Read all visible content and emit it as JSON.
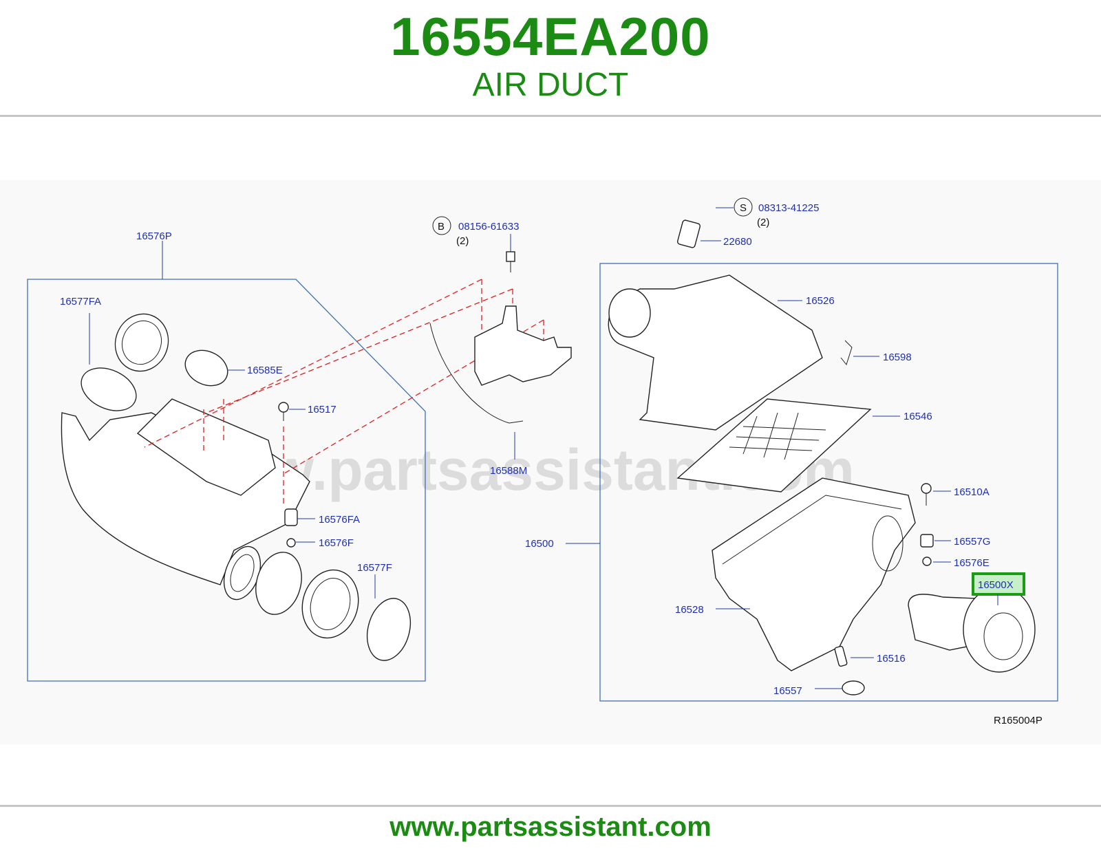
{
  "header": {
    "part_number": "16554EA200",
    "part_name": "AIR DUCT"
  },
  "footer": {
    "url": "www.partsassistant.com"
  },
  "diagram": {
    "watermark": "www.partsassistant.com",
    "reference": "R165004P",
    "highlight_color": "#1c9b14",
    "labels": {
      "p16576P": "16576P",
      "p16577FA": "16577FA",
      "p16585E": "16585E",
      "p16517": "16517",
      "p16576FA": "16576FA",
      "p16576F": "16576F",
      "p16577F": "16577F",
      "b_symbol": "B",
      "b_part": "08156-61633",
      "b_qty": "(2)",
      "p16588M": "16588M",
      "s_symbol": "S",
      "s_part": "08313-41225",
      "s_qty": "(2)",
      "p22680": "22680",
      "p16526": "16526",
      "p16598": "16598",
      "p16546": "16546",
      "p16510A": "16510A",
      "p16500": "16500",
      "p16557G": "16557G",
      "p16576E": "16576E",
      "p16500X": "16500X",
      "p16528": "16528",
      "p16516": "16516",
      "p16557": "16557"
    }
  }
}
